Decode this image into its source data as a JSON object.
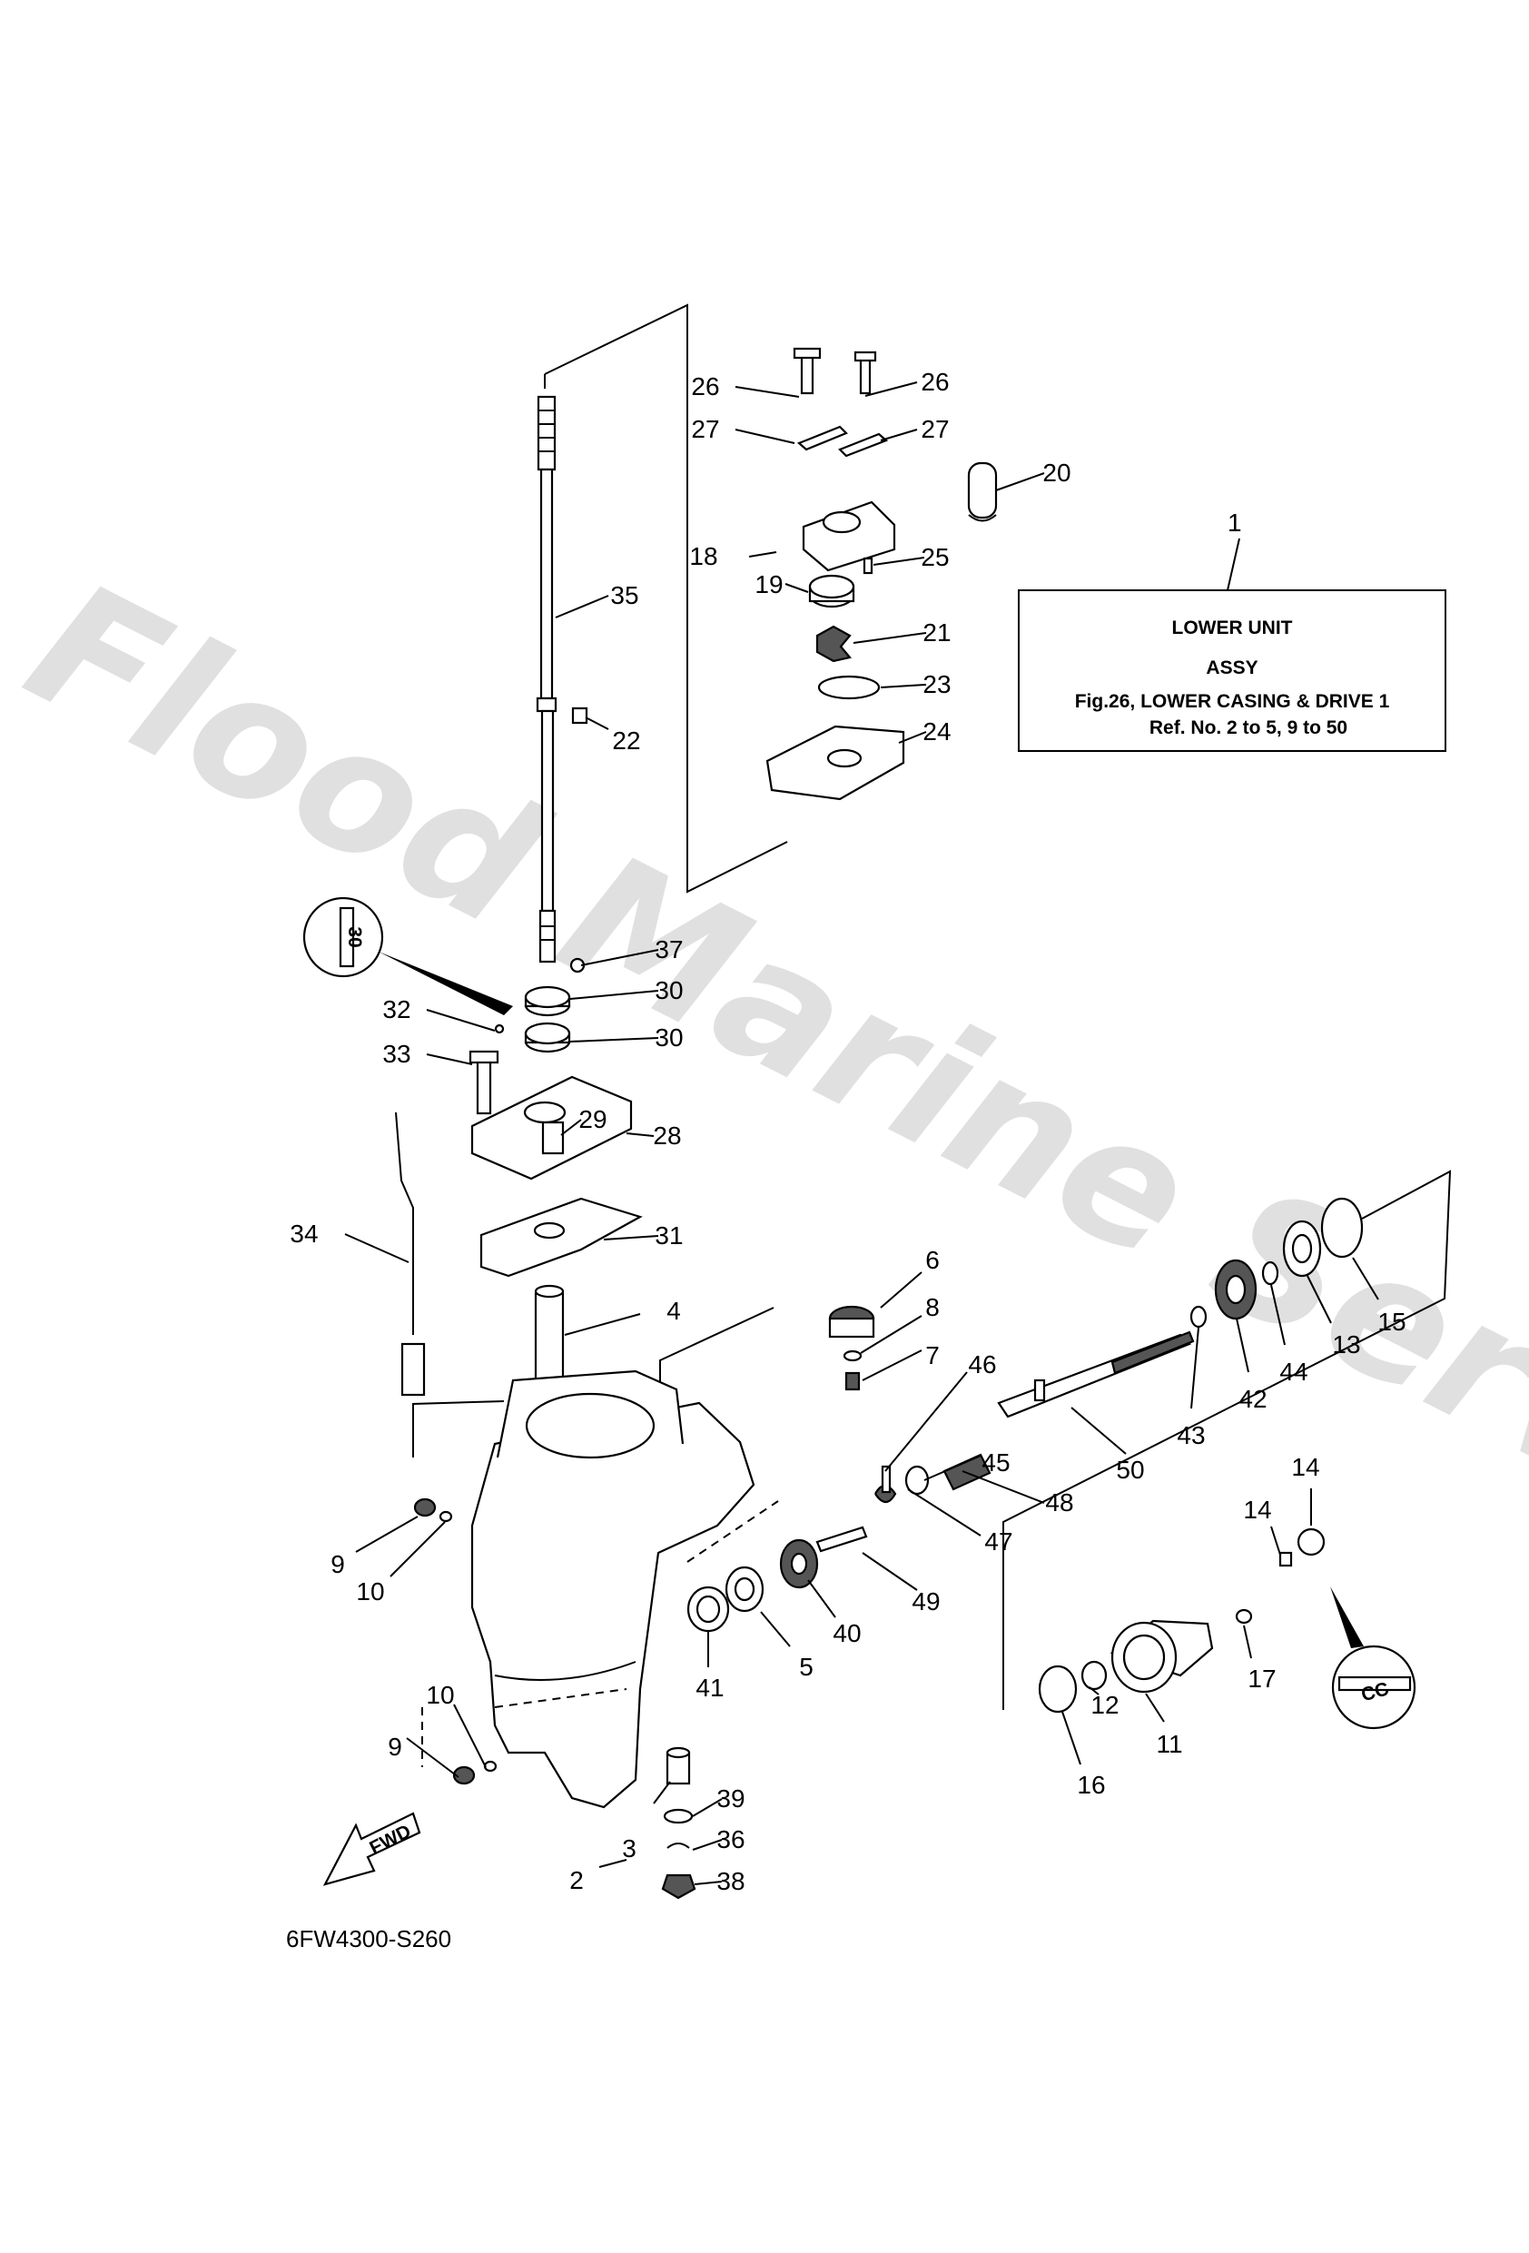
{
  "watermark": "Flood Marine Services",
  "info_box": {
    "ref_number": "1",
    "line1": "LOWER UNIT",
    "line2": "ASSY",
    "line3": "Fig.26, LOWER CASING & DRIVE 1",
    "line4": "Ref. No. 2 to 5, 9 to 50"
  },
  "diagram_code": "6FW4300-S260",
  "fwd_label": "FWD",
  "callouts": [
    "2",
    "3",
    "4",
    "5",
    "6",
    "7",
    "8",
    "9",
    "9",
    "10",
    "10",
    "11",
    "12",
    "13",
    "14",
    "14",
    "15",
    "16",
    "17",
    "18",
    "19",
    "20",
    "21",
    "22",
    "23",
    "24",
    "25",
    "26",
    "26",
    "27",
    "27",
    "28",
    "29",
    "30",
    "30",
    "31",
    "32",
    "33",
    "34",
    "35",
    "36",
    "37",
    "38",
    "39",
    "40",
    "41",
    "42",
    "43",
    "44",
    "45",
    "46",
    "47",
    "48",
    "49",
    "50"
  ],
  "detail_marks": [
    "30",
    "CC"
  ]
}
